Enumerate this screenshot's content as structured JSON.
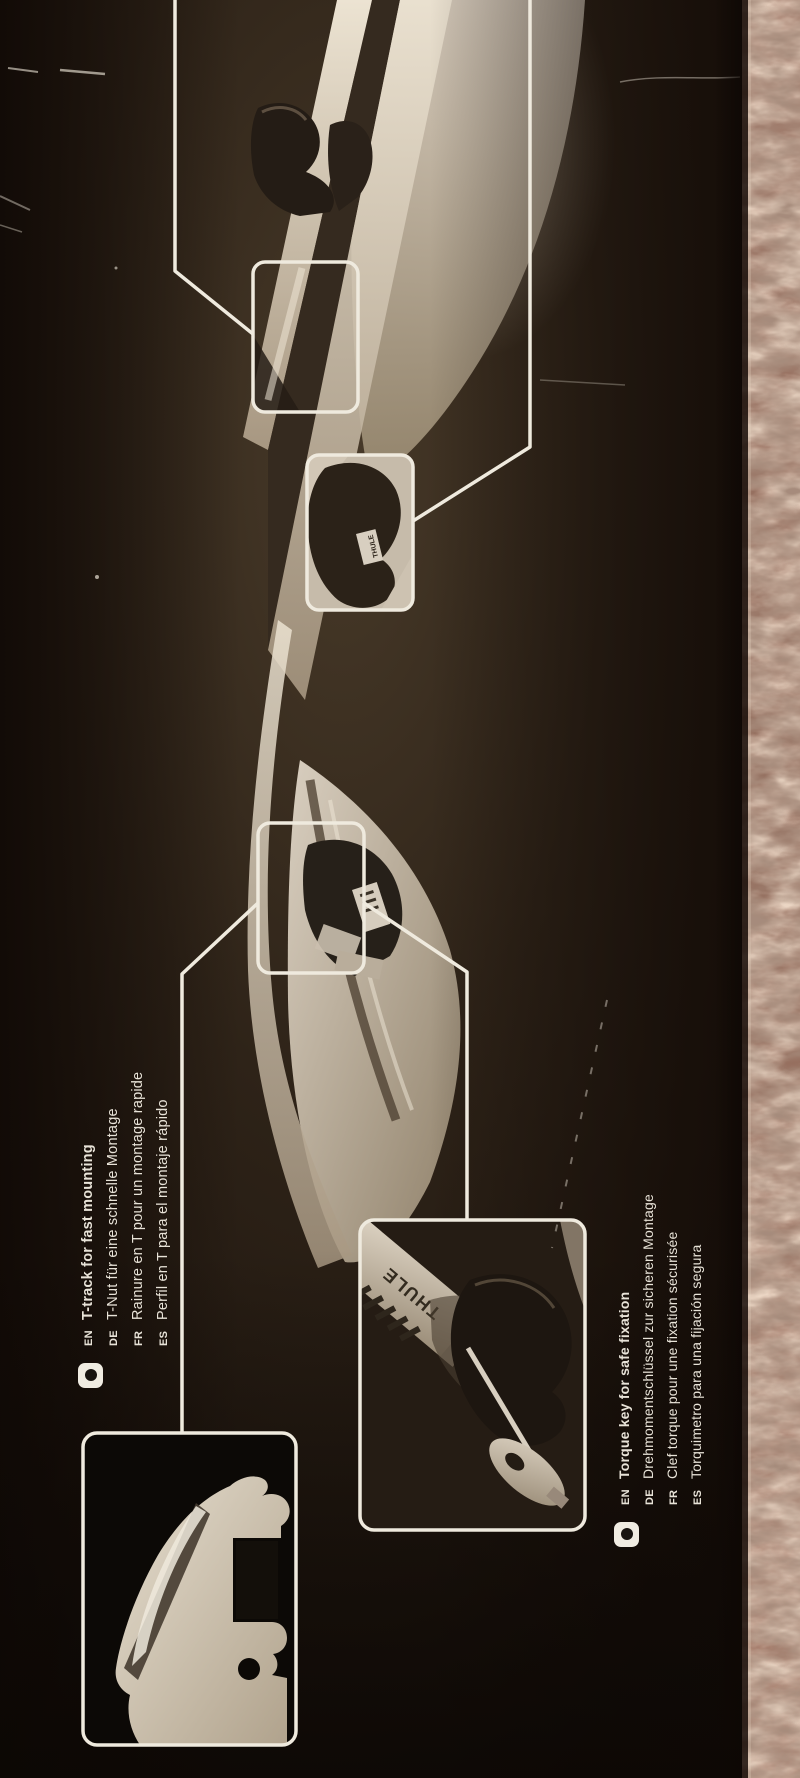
{
  "brand": {
    "logo_bar": "THULE",
    "logo_clamp": "THULE"
  },
  "callouts": {
    "t_track": {
      "icon": "bullet-icon",
      "items": [
        {
          "code": "EN",
          "text": "T-track for fast mounting"
        },
        {
          "code": "DE",
          "text": "T-Nut für eine schnelle Montage"
        },
        {
          "code": "FR",
          "text": "Rainure en T pour un montage rapide"
        },
        {
          "code": "ES",
          "text": "Perfil en T para el montaje rápido"
        }
      ]
    },
    "torque_key": {
      "icon": "bullet-icon",
      "items": [
        {
          "code": "EN",
          "text": "Torque key for safe fixation"
        },
        {
          "code": "DE",
          "text": "Drehmomentschlüssel zur sicheren Montage"
        },
        {
          "code": "FR",
          "text": "Clef torque pour une fixation sécurisée"
        },
        {
          "code": "ES",
          "text": "Torquimetro para una fijación segura"
        }
      ]
    }
  },
  "colors": {
    "callout_outline": "#efeade",
    "panel_black": "#1c1510",
    "text": "#e8e3d8",
    "photo_light": "#d7ccbd",
    "carpet_base": "#9a7264"
  }
}
